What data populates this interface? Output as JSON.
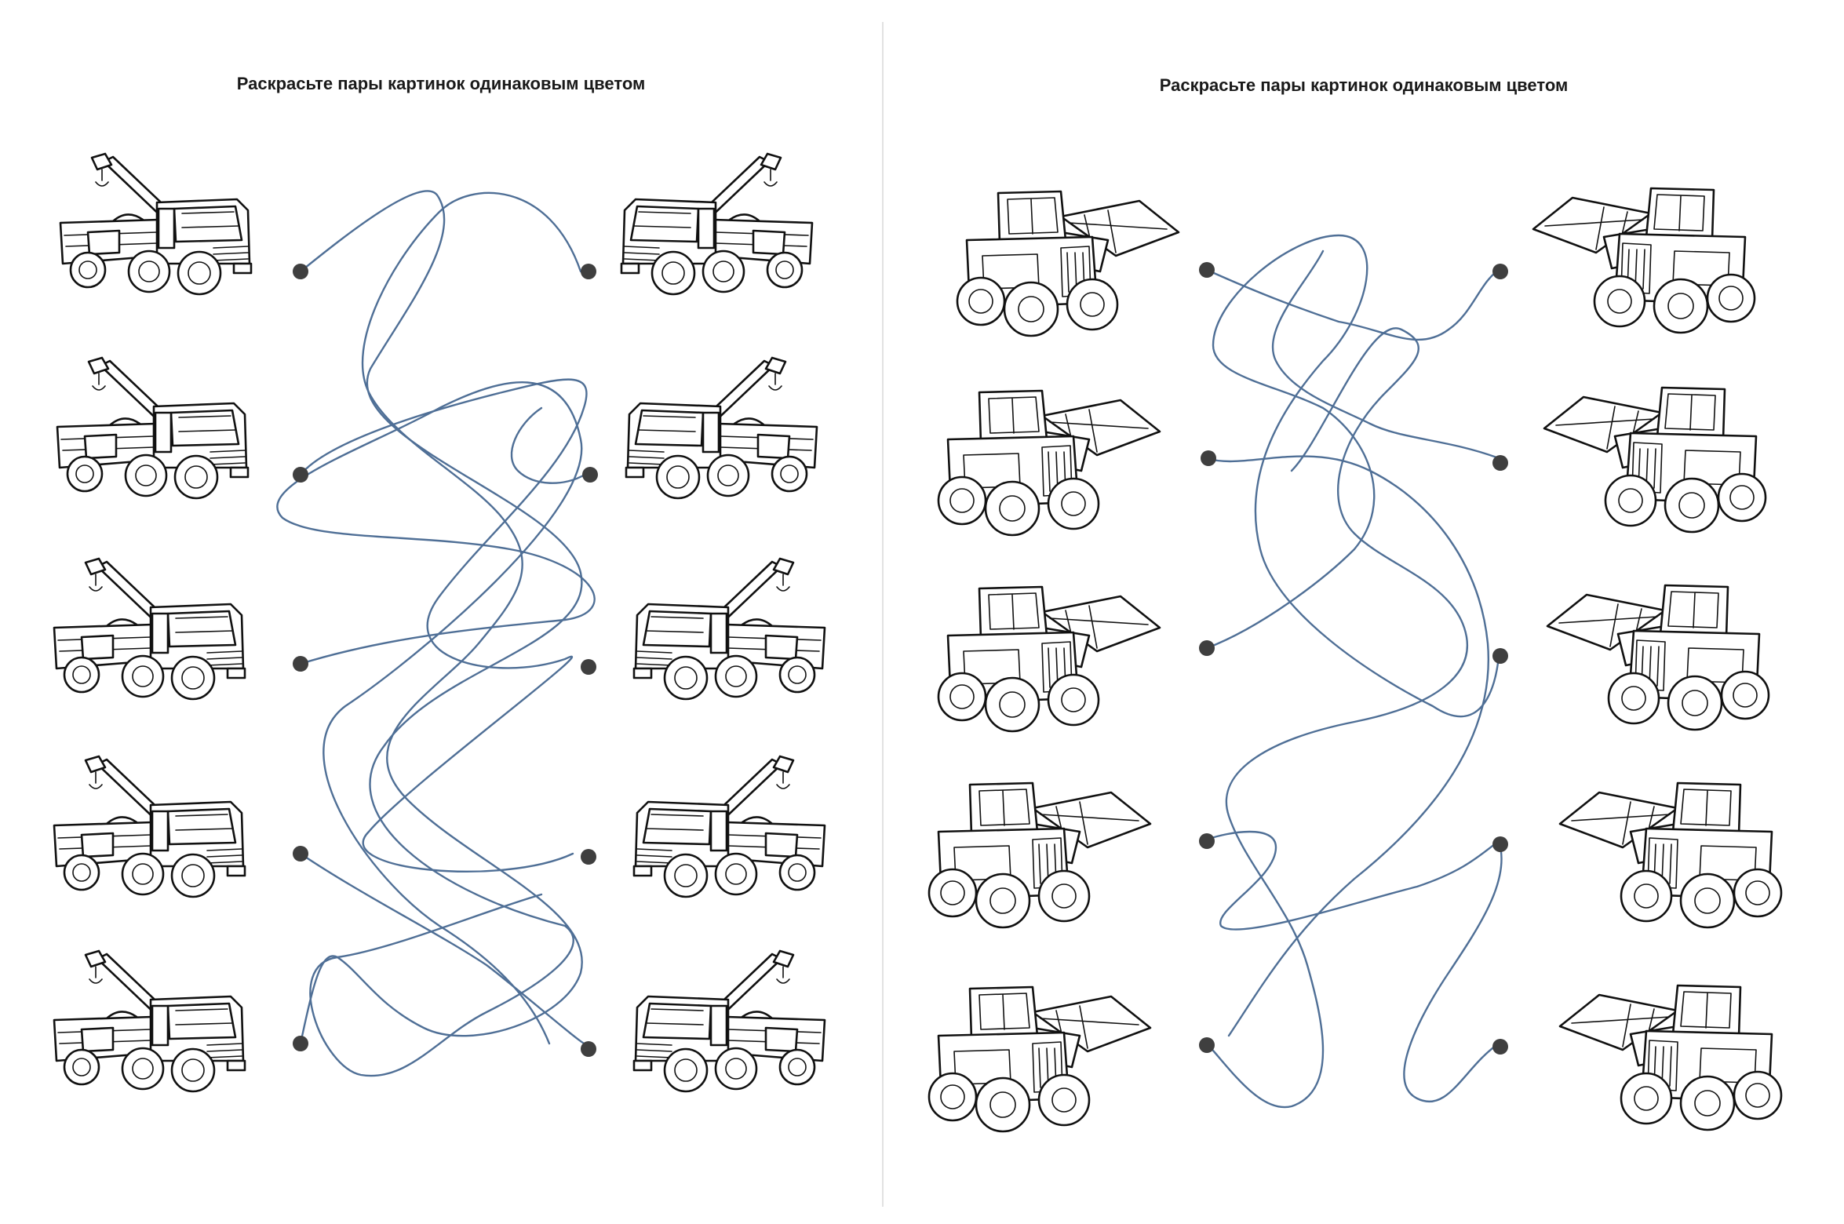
{
  "pages": [
    {
      "title": "Раскрасьте пары картинок одинаковым цветом",
      "left_pictures": [
        "tow-truck",
        "tow-truck",
        "tow-truck",
        "tow-truck",
        "tow-truck"
      ],
      "right_pictures": [
        "tow-truck",
        "tow-truck",
        "tow-truck",
        "tow-truck",
        "tow-truck"
      ]
    },
    {
      "title": "Раскрасьте пары картинок одинаковым цветом",
      "left_pictures": [
        "wheel-loader",
        "wheel-loader",
        "wheel-loader",
        "wheel-loader",
        "wheel-loader"
      ],
      "right_pictures": [
        "wheel-loader",
        "wheel-loader",
        "wheel-loader",
        "wheel-loader",
        "wheel-loader"
      ]
    }
  ],
  "colors": {
    "maze_line": "#4f6f96",
    "dot": "#3f3f3f",
    "outline": "#111111"
  }
}
